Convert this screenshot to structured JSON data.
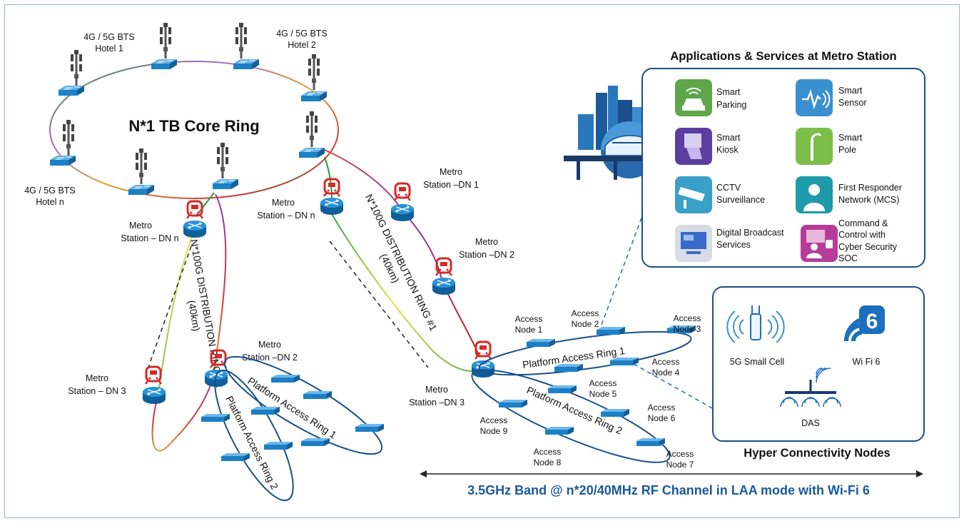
{
  "core": {
    "title": "N*1 TB Core Ring",
    "bts1": [
      "4G / 5G BTS",
      "Hotel 1"
    ],
    "bts2": [
      "4G / 5G BTS",
      "Hotel 2"
    ],
    "btsn": [
      "4G / 5G BTS",
      "Hotel n"
    ]
  },
  "stations": {
    "dn_n_left": [
      "Metro",
      "Station – DN n"
    ],
    "dn_n_mid": [
      "Metro",
      "Station – DN n"
    ],
    "dn_1": [
      "Metro",
      "Station –DN 1"
    ],
    "dn_2_right": [
      "Metro",
      "Station –DN 2"
    ],
    "dn_3_right": [
      "Metro",
      "Station –DN 3"
    ],
    "dn_2_left": [
      "Metro",
      "Station –DN 2"
    ],
    "dn_3_left": [
      "Metro",
      "Station – DN 3"
    ]
  },
  "rings": {
    "dist1": [
      "N*100G DISTRIBUTION RING #1",
      "(40km)"
    ],
    "dist2": [
      "N*100G DISTRIBUTION RING #2",
      "(40km)"
    ],
    "par1_right": "Platform Access Ring 1",
    "par2_right": "Platform Access Ring 2",
    "par1_left": "Platform Access Ring 1",
    "par2_left": "Platform Access Ring 2"
  },
  "access_nodes": [
    [
      "Access",
      "Node 1"
    ],
    [
      "Access",
      "Node 2"
    ],
    [
      "Access",
      "Node 3"
    ],
    [
      "Access",
      "Node 4"
    ],
    [
      "Access",
      "Node 5"
    ],
    [
      "Access",
      "Node 6"
    ],
    [
      "Access",
      "Node 7"
    ],
    [
      "Access",
      "Node 8"
    ],
    [
      "Access",
      "Node 9"
    ]
  ],
  "applications": {
    "title": "Applications & Services at Metro Station",
    "items": [
      {
        "label": [
          "Smart",
          "Parking"
        ],
        "icon": "car-wifi-icon",
        "color": "#5fa64a"
      },
      {
        "label": [
          "Smart",
          "Sensor"
        ],
        "icon": "sensor-wave-icon",
        "color": "#3a8fd0"
      },
      {
        "label": [
          "Smart",
          "Kiosk"
        ],
        "icon": "kiosk-icon",
        "color": "#5a3fa0"
      },
      {
        "label": [
          "Smart",
          "Pole"
        ],
        "icon": "street-pole-icon",
        "color": "#7bbf4a"
      },
      {
        "label": [
          "CCTV",
          "Surveillance"
        ],
        "icon": "cctv-camera-icon",
        "color": "#3aa0c8"
      },
      {
        "label": [
          "First Responder",
          "Network (MCS)"
        ],
        "icon": "responder-icon",
        "color": "#1e9aa8"
      },
      {
        "label": [
          "Digital Broadcast",
          "Services"
        ],
        "icon": "broadcast-screen-icon",
        "color": "#d8dbe6"
      },
      {
        "label": [
          "Command &",
          "Control with",
          "Cyber Security",
          "SOC"
        ],
        "icon": "soc-operator-icon",
        "color": "#b83b9a"
      }
    ]
  },
  "hyper": {
    "title": "Hyper Connectivity Nodes",
    "small_cell": "5G Small Cell",
    "wifi": "Wi Fi 6",
    "das": "DAS",
    "wifi_badge": "6"
  },
  "footer": "3.5GHz Band @ n*20/40MHz RF Channel in LAA mode with Wi-Fi 6",
  "colors": {
    "switch": "#1d7fc4",
    "router": "#1a7bbf",
    "train": "#d42a2a",
    "ring_dark": "#1a4f8a",
    "footer_text": "#1a5a9a"
  }
}
